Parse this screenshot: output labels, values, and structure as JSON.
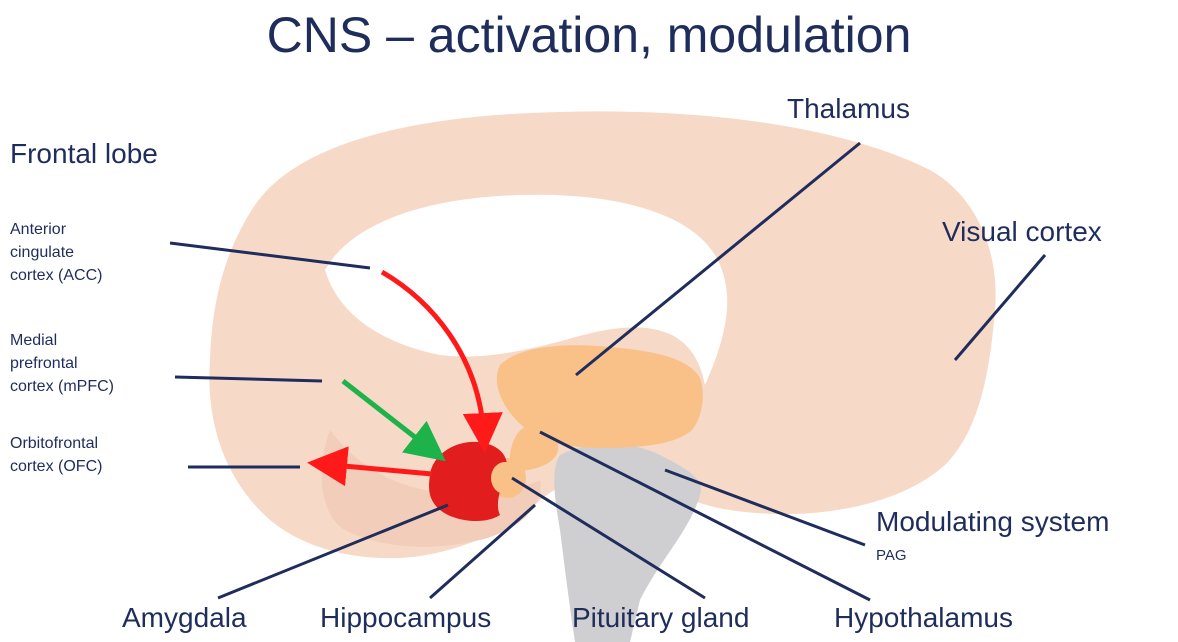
{
  "title": "CNS – activation, modulation",
  "labels": {
    "frontal_lobe": "Frontal lobe",
    "thalamus": "Thalamus",
    "visual_cortex": "Visual cortex",
    "acc_line1": "Anterior",
    "acc_line2": "cingulate",
    "acc_line3": "cortex (ACC)",
    "mpfc_line1": "Medial",
    "mpfc_line2": "prefrontal",
    "mpfc_line3": "cortex (mPFC)",
    "ofc_line1": "Orbitofrontal",
    "ofc_line2": "cortex (OFC)",
    "modulating_system": "Modulating  system",
    "pag": "PAG",
    "amygdala": "Amygdala",
    "hippocampus": "Hippocampus",
    "pituitary_gland": "Pituitary gland",
    "hypothalamus": "Hypothalamus"
  },
  "colors": {
    "text": "#1f2d5c",
    "cortex": "#f7d9c8",
    "cortex_dark": "#f2cdb9",
    "thalamus": "#f9c187",
    "brainstem": "#cfcfd1",
    "amygdala": "#e11d1d",
    "red_arrow": "#ff1a1a",
    "green_arrow": "#1db34a",
    "leader_line": "#1f2d5c"
  }
}
